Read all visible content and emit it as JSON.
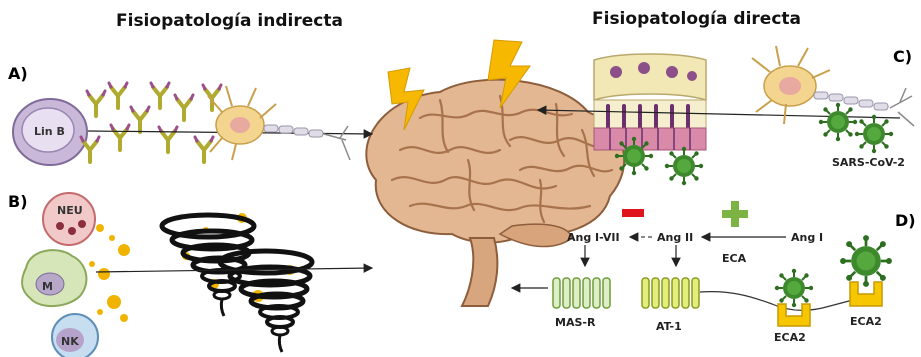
{
  "titles": {
    "indirect": "Fisiopatología indirecta",
    "direct": "Fisiopatología directa"
  },
  "panels": {
    "a": "A)",
    "b": "B)",
    "c": "C)",
    "d": "D)"
  },
  "cells": {
    "lin_b": "Lin B",
    "neu": "NEU",
    "m": "M",
    "nk": "NK"
  },
  "virus": {
    "label": "SARS-CoV-2"
  },
  "pathway": {
    "ang_1_7": "Ang I-VII",
    "ang_2": "Ang II",
    "ang_1": "Ang I",
    "eca": "ECA",
    "mas_r": "MAS-R",
    "at_1": "AT-1",
    "eca2_left": "ECA2",
    "eca2_right": "ECA2"
  },
  "colors": {
    "brain": "#e2b792",
    "brain_dark": "#a8734c",
    "bolt": "#f6b800",
    "virus": "#3c8a2c",
    "antibody": "#b9b43a",
    "minus": "#e0141d",
    "plus": "#7cb342"
  }
}
